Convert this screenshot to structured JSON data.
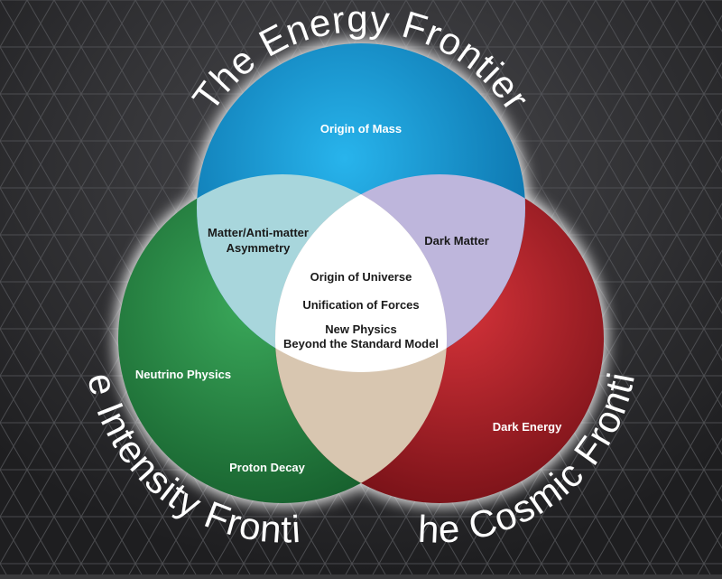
{
  "titles": {
    "energy": "The Energy Frontier",
    "intensity": "The Intensity Frontier",
    "cosmic": "The Cosmic Frontier"
  },
  "labels": {
    "origin_of_mass": "Origin of Mass",
    "matter_antimatter_1": "Matter/Anti-matter",
    "matter_antimatter_2": "Asymmetry",
    "dark_matter": "Dark Matter",
    "origin_of_universe": "Origin of Universe",
    "unification_of_forces": "Unification of Forces",
    "new_physics_1": "New Physics",
    "new_physics_2": "Beyond the Standard Model",
    "neutrino_physics": "Neutrino Physics",
    "proton_decay": "Proton Decay",
    "dark_energy": "Dark Energy"
  },
  "colors": {
    "background": "#3a3a3c",
    "energy_circle": "#1a9fd8",
    "intensity_circle": "#2e8b4a",
    "cosmic_circle": "#b8232a",
    "energy_intensity_overlap": "#9fd0d8",
    "energy_cosmic_overlap": "#b8b0d8",
    "intensity_cosmic_overlap": "#d8c4ac",
    "center": "#ffffff"
  }
}
